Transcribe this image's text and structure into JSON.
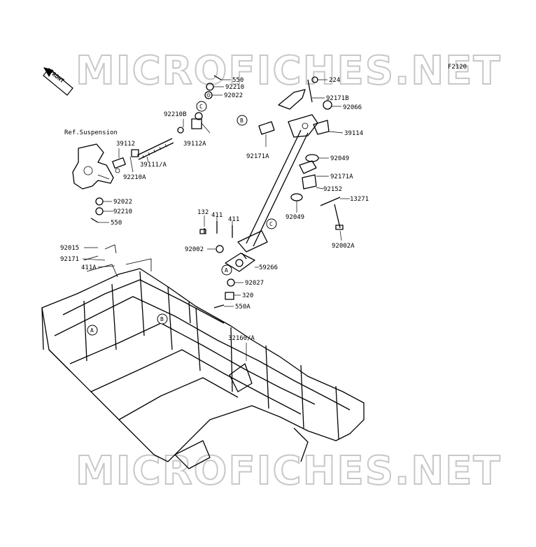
{
  "diagram_code": "F2120",
  "watermark": "MICROFICHES.NET",
  "front_label": "FRONT",
  "ref_suspension": "Ref.Suspension",
  "callouts": {
    "A": "A",
    "B": "B",
    "C": "C"
  },
  "parts": {
    "p550_top": "550",
    "p92210_top": "92210",
    "p92022_top": "92022",
    "p224": "224",
    "p92171B": "92171B",
    "p92066": "92066",
    "p92210B": "92210B",
    "p39112A": "39112A",
    "p39114": "39114",
    "p39112": "39112",
    "p39111A": "39111/A",
    "p92171A_a": "92171A",
    "p92049_a": "92049",
    "p92210A": "92210A",
    "p92171A_b": "92171A",
    "p92022_l": "92022",
    "p92152": "92152",
    "p13271": "13271",
    "p92210_l": "92210",
    "p92049_b": "92049",
    "p550_l": "550",
    "p132": "132",
    "p411_a": "411",
    "p411_b": "411",
    "p92002A": "92002A",
    "p92015": "92015",
    "p92002": "92002",
    "p92171": "92171",
    "p411A": "411A",
    "p59266": "59266",
    "p92027": "92027",
    "p320": "320",
    "p550A": "550A",
    "p32160A": "32160/A"
  }
}
